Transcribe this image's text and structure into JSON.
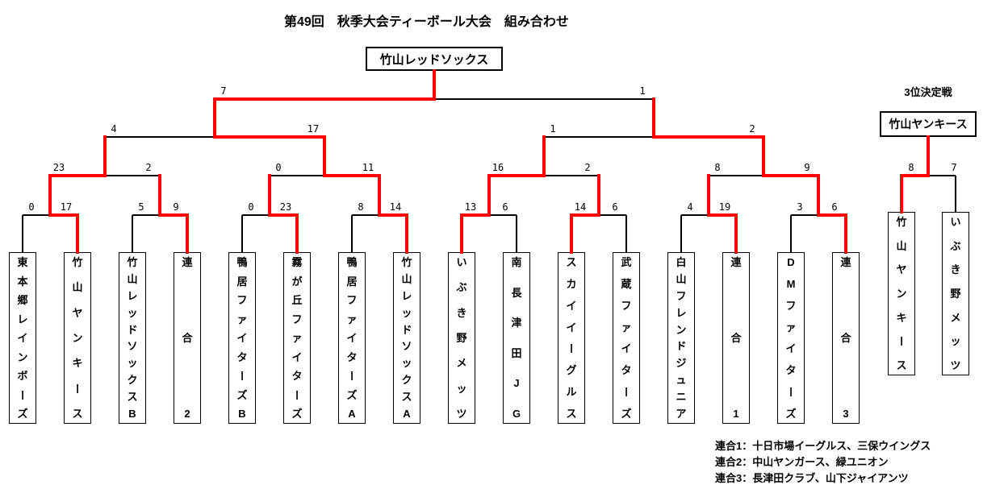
{
  "title": "第49回　秋季大会ティーボール大会　組み合わせ",
  "champion": {
    "name": "竹山レッドソックス"
  },
  "teams": [
    "東本郷レインボーズ",
    "竹山ヤンキース",
    "竹山レッドソックスB",
    "連合2",
    "鴨居ファイターズB",
    "霧が丘ファイターズ",
    "鴨居ファイターズA",
    "竹山レッドソックスA",
    "いぶき野メッツ",
    "南長津田JG",
    "スカイイーグルス",
    "武蔵ファイターズ",
    "白山フレンドジュニア",
    "連合1",
    "DMファイターズ",
    "連合3"
  ],
  "bracket": {
    "round1": [
      {
        "left_score": 0,
        "right_score": 17,
        "winner": "right"
      },
      {
        "left_score": 5,
        "right_score": 9,
        "winner": "right"
      },
      {
        "left_score": 0,
        "right_score": 23,
        "winner": "right"
      },
      {
        "left_score": 8,
        "right_score": 14,
        "winner": "right"
      },
      {
        "left_score": 13,
        "right_score": 6,
        "winner": "left"
      },
      {
        "left_score": 14,
        "right_score": 6,
        "winner": "left"
      },
      {
        "left_score": 4,
        "right_score": 19,
        "winner": "right"
      },
      {
        "left_score": 3,
        "right_score": 6,
        "winner": "right"
      }
    ],
    "quarterfinals": [
      {
        "left_score": 23,
        "right_score": 2,
        "winner": "left"
      },
      {
        "left_score": 0,
        "right_score": 11,
        "winner": "right"
      },
      {
        "left_score": 16,
        "right_score": 2,
        "winner": "left"
      },
      {
        "left_score": 8,
        "right_score": 9,
        "winner": "right"
      }
    ],
    "semifinals": [
      {
        "left_score": 4,
        "right_score": 17,
        "winner": "right"
      },
      {
        "left_score": 1,
        "right_score": 2,
        "winner": "right"
      }
    ],
    "final": {
      "left_score": 7,
      "right_score": 1,
      "winner": "left"
    }
  },
  "third_place": {
    "title": "3位決定戦",
    "winner": {
      "name": "竹山ヤンキース"
    },
    "teams": [
      "竹山ヤンキース",
      "いぶき野メッツ"
    ],
    "match": {
      "left_score": 8,
      "right_score": 7,
      "winner": "left"
    }
  },
  "notes": [
    "連合1：十日市場イーグルス、三保ウイングス",
    "連合2：中山ヤンガース、緑ユニオン",
    "連合3：長津田クラブ、山下ジャイアンツ"
  ],
  "colors": {
    "winner_path": "#ff0000",
    "line": "#000000",
    "background": "#ffffff",
    "text": "#000000"
  }
}
